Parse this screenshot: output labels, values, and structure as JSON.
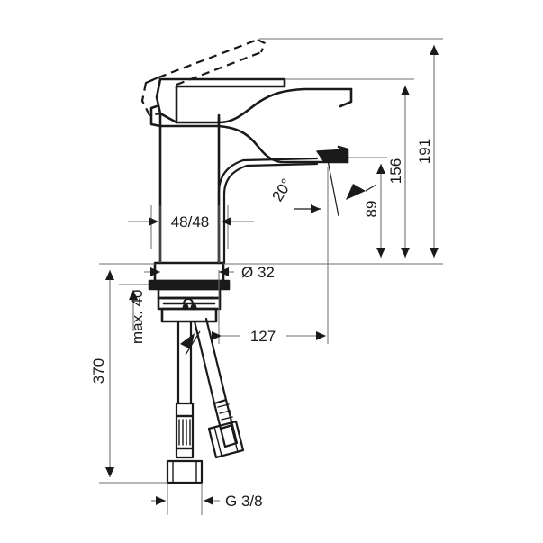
{
  "drawing": {
    "kind": "technical-dimension-drawing",
    "subject": "single-lever basin mixer faucet side elevation",
    "background_color": "#ffffff",
    "line_color": "#1a1a1a",
    "dimension_line_color": "#555555",
    "product_outline_color": "#1a1a1a"
  },
  "dimensions": {
    "height_total": {
      "label": "191",
      "orientation": "vertical",
      "position": "right-outer",
      "description": "overall height with lever raised"
    },
    "height_lever": {
      "label": "156",
      "orientation": "vertical",
      "position": "right-middle",
      "description": "height to top of lever"
    },
    "height_spout": {
      "label": "89",
      "orientation": "vertical",
      "position": "right-inner",
      "description": "spout outlet height"
    },
    "handle_clearance": {
      "label": "48/48",
      "orientation": "horizontal",
      "position": "upper-left",
      "description": "lever clearance front/back"
    },
    "mount_diameter": {
      "label": "Ø 32",
      "orientation": "horizontal",
      "position": "body",
      "description": "mounting shank diameter"
    },
    "projection": {
      "label": "127",
      "orientation": "horizontal",
      "position": "lower-middle",
      "description": "spout projection"
    },
    "hose_length": {
      "label": "370",
      "orientation": "vertical",
      "position": "left-outer",
      "description": "flexible connection hose length"
    },
    "max_thickness": {
      "label": "max. 40",
      "orientation": "vertical",
      "position": "left-inner",
      "description": "maximum basin thickness"
    },
    "thread": {
      "label": "G 3/8",
      "orientation": "horizontal",
      "position": "bottom",
      "description": "supply connection thread size"
    },
    "spray_angle": {
      "label": "20°",
      "orientation": "rotated",
      "position": "spout-outlet",
      "description": "outlet stream angle"
    }
  }
}
